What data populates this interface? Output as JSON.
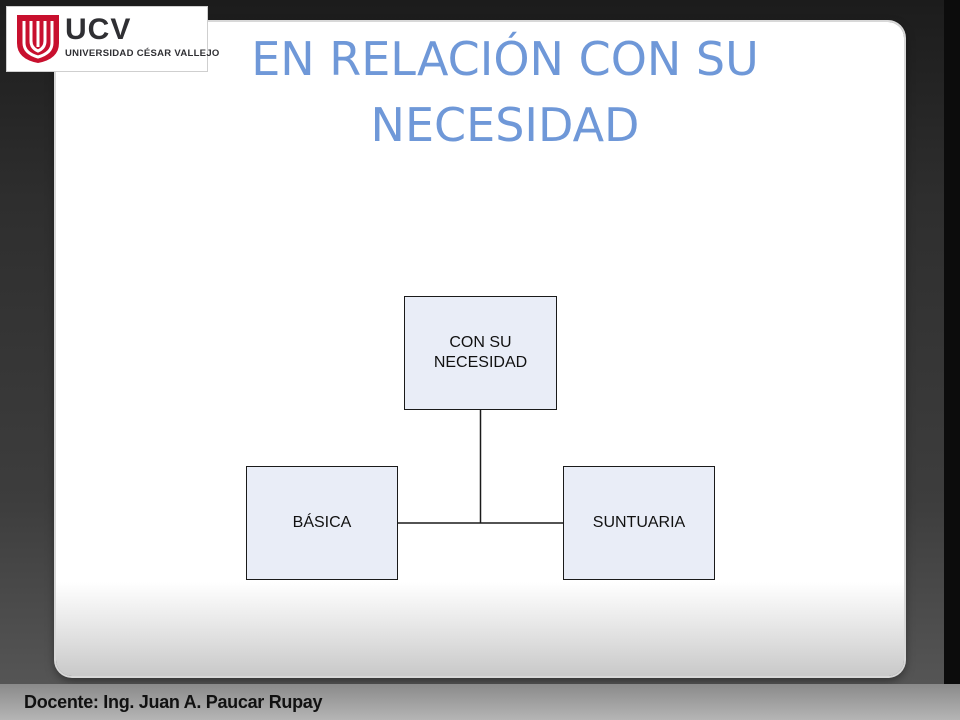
{
  "logo": {
    "title": "UCV",
    "subtitle": "UNIVERSIDAD CÉSAR VALLEJO",
    "icon": "ucv-shield-logo",
    "brand_color": "#c8102e"
  },
  "slide": {
    "title_line1": "EN RELACIÓN CON SU",
    "title_line2": "NECESIDAD",
    "title_color": "#6f98d8"
  },
  "diagram": {
    "root": "CON SU\nNECESIDAD",
    "children": [
      "BÁSICA",
      "SUNTUARIA"
    ],
    "node_fill": "#e9edf7"
  },
  "footer": {
    "docente": "Docente: Ing. Juan A. Paucar Rupay"
  }
}
